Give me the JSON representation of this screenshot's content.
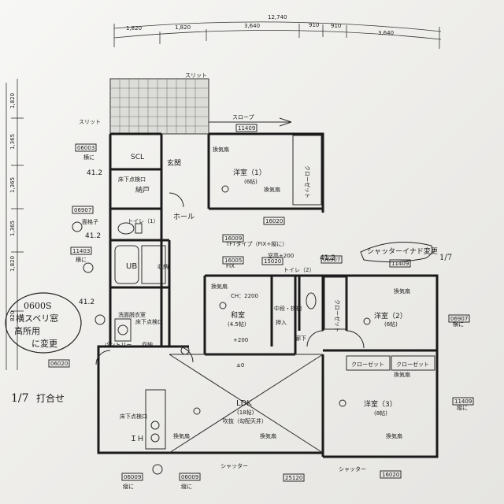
{
  "dimensions": {
    "total": "12,740",
    "top_segments": [
      "1,820",
      "1,820",
      "3,640",
      "910",
      "910",
      "3,640"
    ],
    "left_segments": [
      "1,820",
      "1,365",
      "1,365",
      "1,365",
      "1,820"
    ],
    "left_partial": "820"
  },
  "rooms": {
    "western1": {
      "name": "洋室（1）",
      "size": "(6帖)"
    },
    "western2": {
      "name": "洋室（2）",
      "size": "(6帖)"
    },
    "western3": {
      "name": "洋室（3）",
      "size": "(8帖)"
    },
    "japanese": {
      "name": "和室",
      "size": "(4.5帖)"
    },
    "ldk": {
      "name": "LDK",
      "size": "(18帖)",
      "note": "吹抜（勾配天井）"
    },
    "hall": "ホール",
    "entrance": "玄関",
    "scl": "SCL",
    "storage": "納戸",
    "toilet1": "トイレ（1）",
    "toilet2": "トイレ（2）",
    "ub": "UB",
    "washroom": "洗面脱衣室",
    "pantry": "パントリー",
    "corridor": "廊下",
    "ih": "ＩＨ"
  },
  "labels": {
    "slit_top": "スリット",
    "slit_left": "スリット",
    "slope": "スロープ",
    "closet": "クローゼット",
    "closet_w2": "クローゼット",
    "closet_w3a": "クローゼット",
    "closet_w3b": "クローゼット",
    "vent": "換気扇",
    "underfloor1": "床下点検口",
    "underfloor2": "床下点検口",
    "underfloor3": "床下点検口",
    "storage_label": "収納",
    "storage_label2": "収納",
    "storage_j": "押入",
    "nakadana": "中段・枕棚",
    "tft": "TFTタイプ（FIX+縦に）",
    "fix": "FIX",
    "sill": "窓高+200",
    "ch": "CH：2200",
    "plus200": "+200",
    "pm0": "±0",
    "shutter1": "シャッター",
    "shutter2": "シャッター",
    "grill": "面格子",
    "horizontal": "横に",
    "vertical": "縦に",
    "height1": "41.2",
    "height2": "41.2",
    "height3": "41.2",
    "height4": "41.2"
  },
  "window_codes": [
    "11409",
    "06003",
    "06907",
    "11403",
    "06020",
    "16020",
    "16009",
    "16005",
    "15020",
    "06907",
    "11409",
    "06907",
    "11409",
    "06009",
    "06009",
    "25120",
    "16020"
  ],
  "notes": {
    "hand_left_1": "0600S",
    "hand_left_2": "横スベリ窓",
    "hand_left_3": "高所用",
    "hand_left_4": "に変更",
    "hand_date": "1/7",
    "hand_date_note": "打合せ",
    "hand_right": "シャッターイナド変更",
    "hand_right_date": "1/7"
  }
}
